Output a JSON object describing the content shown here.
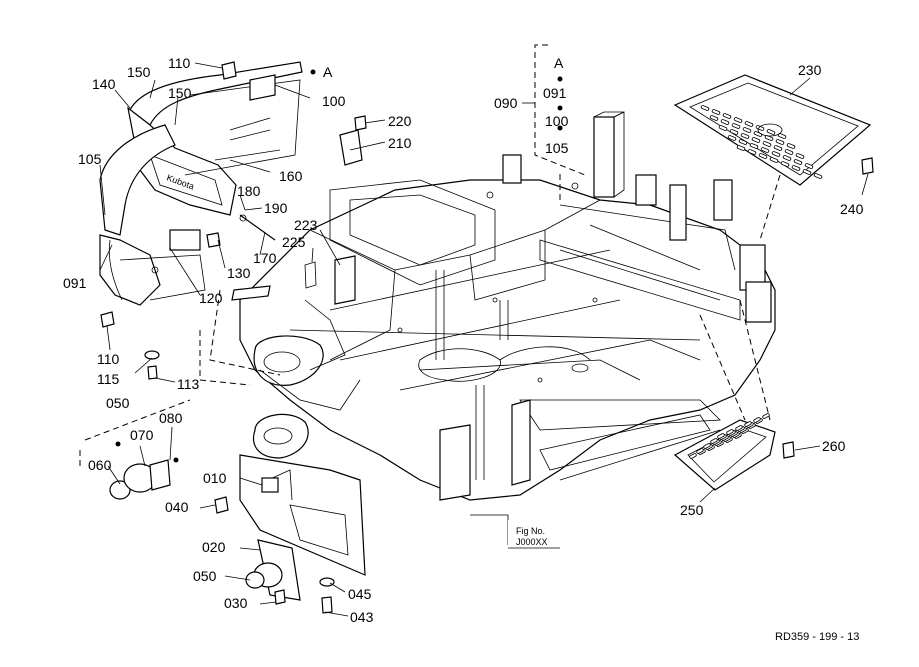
{
  "callouts": {
    "p010": "010",
    "p020": "020",
    "p030": "030",
    "p040": "040",
    "p043": "043",
    "p045": "045",
    "p050a": "050",
    "p050b": "050",
    "p060": "060",
    "p070": "070",
    "p080": "080",
    "p090": "090",
    "p091a": "091",
    "p091b": "091",
    "p100a": "100",
    "p100b": "100",
    "p105a": "105",
    "p105b": "105",
    "p110a": "110",
    "p110b": "110",
    "p113": "113",
    "p115": "115",
    "p120": "120",
    "p130": "130",
    "p140": "140",
    "p150a": "150",
    "p150b": "150",
    "p160": "160",
    "p170": "170",
    "p180": "180",
    "p190": "190",
    "p210": "210",
    "p220": "220",
    "p223": "223",
    "p225": "225",
    "p230": "230",
    "p240": "240",
    "p250": "250",
    "p260": "260"
  },
  "refs": {
    "a_top": "A",
    "a_list": "A"
  },
  "fig_box": {
    "line1": "Fig No.",
    "line2": "J000XX"
  },
  "drawing_code": "RD359 - 199 - 13"
}
